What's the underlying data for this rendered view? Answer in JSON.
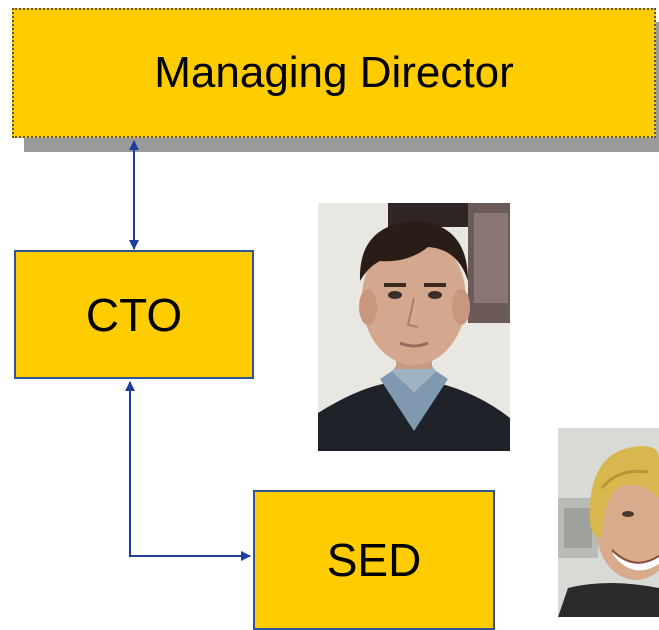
{
  "nodes": {
    "managing_director": "Managing Director",
    "cto": "CTO",
    "sed": "SED"
  },
  "colors": {
    "box_fill": "#ffcc00",
    "box_border": "#2f5597",
    "arrow": "#1f3f9f",
    "shadow": "#9a9a9a"
  },
  "images": {
    "photo_1": "portrait-man-dark-hair",
    "photo_2": "portrait-man-blond-hair-smiling"
  }
}
